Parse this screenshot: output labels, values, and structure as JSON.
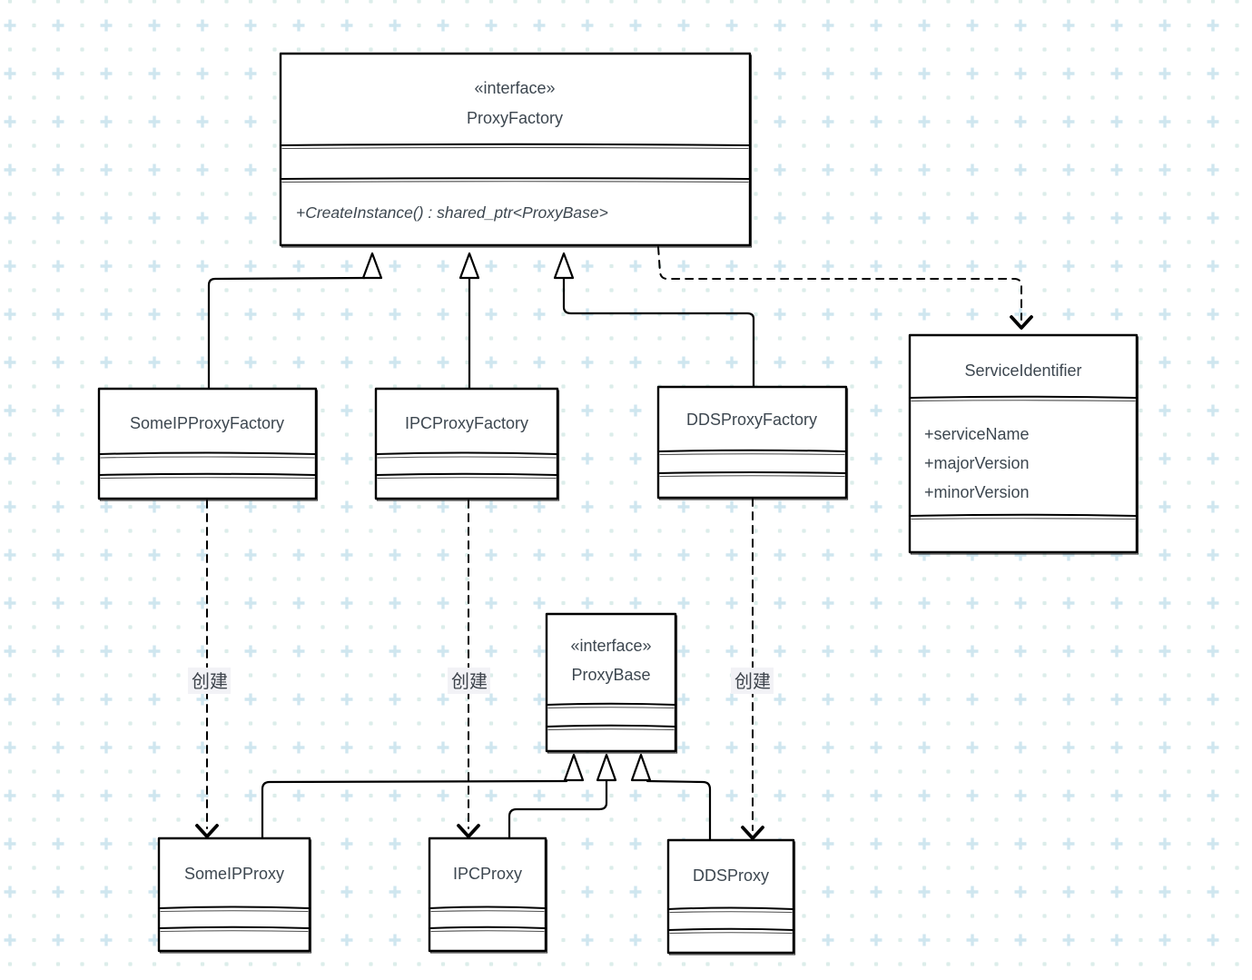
{
  "diagram": {
    "classes": {
      "proxy_factory": {
        "stereotype": "«interface»",
        "name": "ProxyFactory",
        "attributes": [],
        "methods": [
          "+CreateInstance() : shared_ptr<ProxyBase>"
        ]
      },
      "someip_proxy_factory": {
        "name": "SomeIPProxyFactory"
      },
      "ipc_proxy_factory": {
        "name": "IPCProxyFactory"
      },
      "dds_proxy_factory": {
        "name": "DDSProxyFactory"
      },
      "service_identifier": {
        "name": "ServiceIdentifier",
        "attributes": [
          "+serviceName",
          "+majorVersion",
          "+minorVersion"
        ]
      },
      "proxy_base": {
        "stereotype": "«interface»",
        "name": "ProxyBase"
      },
      "someip_proxy": {
        "name": "SomeIPProxy"
      },
      "ipc_proxy": {
        "name": "IPCProxy"
      },
      "dds_proxy": {
        "name": "DDSProxy"
      }
    },
    "edge_labels": {
      "create": "创建"
    },
    "colors": {
      "stroke": "#000000",
      "text": "#3d4750",
      "edge_label_background": "#f2f2f6",
      "pattern_plus": "#cfe6ef",
      "pattern_dot": "#dcedea",
      "background": "#ffffff"
    }
  }
}
